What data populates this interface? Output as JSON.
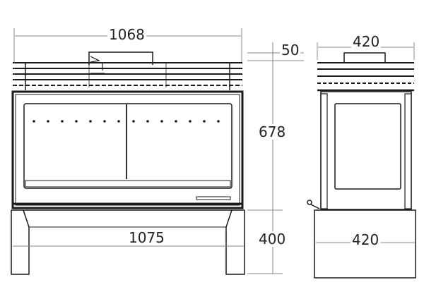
{
  "drawing": {
    "type": "technical dimension drawing",
    "views": [
      "front",
      "side"
    ],
    "dimensions": {
      "front_top_width": "1068",
      "top_vent_height": "50",
      "body_height": "678",
      "base_width": "1075",
      "base_height": "400",
      "side_top_width": "420",
      "side_base_width": "420"
    },
    "colors": {
      "line": "#1a1a1a",
      "dim_line": "#888888",
      "background": "#ffffff"
    }
  }
}
